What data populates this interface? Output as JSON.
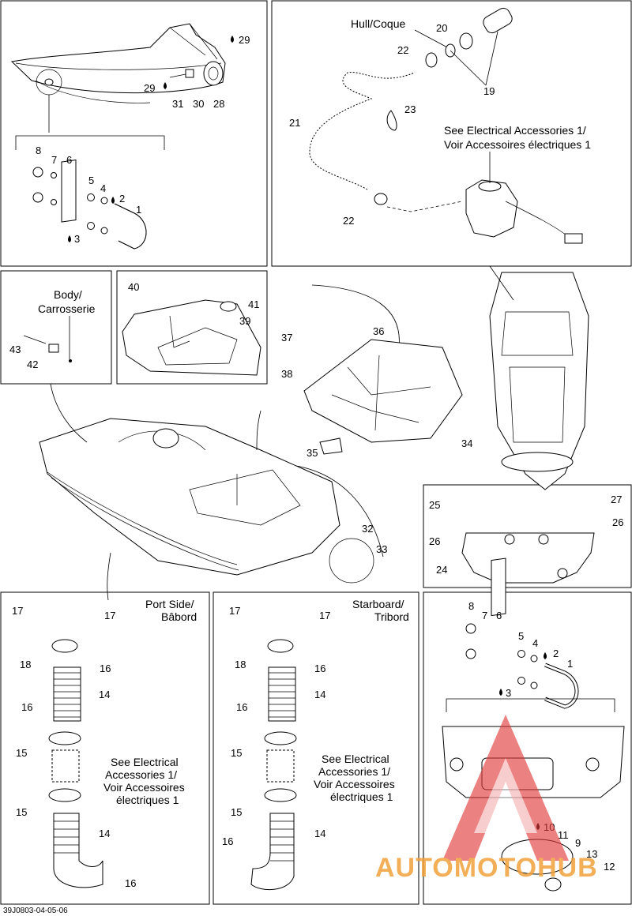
{
  "diagram_code": "39J0803-04-05-06",
  "watermark": "AUTOMOTOHUB",
  "colors": {
    "watermark_red": "#e23a3a",
    "watermark_orange": "#f2a23a"
  },
  "labels": {
    "hull": "Hull/Coque",
    "see_elec_top_1": "See Electrical Accessories 1/",
    "see_elec_top_2": "Voir Accessoires électriques 1",
    "body_1": "Body/",
    "body_2": "Carrosserie",
    "port_1": "Port Side/",
    "port_2": "Bâbord",
    "stbd_1": "Starboard/",
    "stbd_2": "Tribord",
    "see_elec_a": "See Electrical",
    "see_elec_b": "Accessories 1/",
    "see_elec_c": "Voir Accessoires",
    "see_elec_d": "électriques 1"
  },
  "parts": {
    "p1": "1",
    "p2": "2",
    "p3": "3",
    "p4": "4",
    "p5": "5",
    "p6": "6",
    "p7": "7",
    "p8": "8",
    "p9": "9",
    "p10": "10",
    "p11": "11",
    "p12": "12",
    "p13": "13",
    "p14": "14",
    "p15": "15",
    "p16": "16",
    "p17": "17",
    "p18": "18",
    "p19": "19",
    "p20": "20",
    "p21": "21",
    "p22": "22",
    "p23": "23",
    "p24": "24",
    "p25": "25",
    "p26": "26",
    "p27": "27",
    "p28": "28",
    "p29": "29",
    "p30": "30",
    "p31": "31",
    "p32": "32",
    "p33": "33",
    "p34": "34",
    "p35": "35",
    "p36": "36",
    "p37": "37",
    "p38": "38",
    "p39": "39",
    "p40": "40",
    "p41": "41",
    "p42": "42",
    "p43": "43"
  }
}
